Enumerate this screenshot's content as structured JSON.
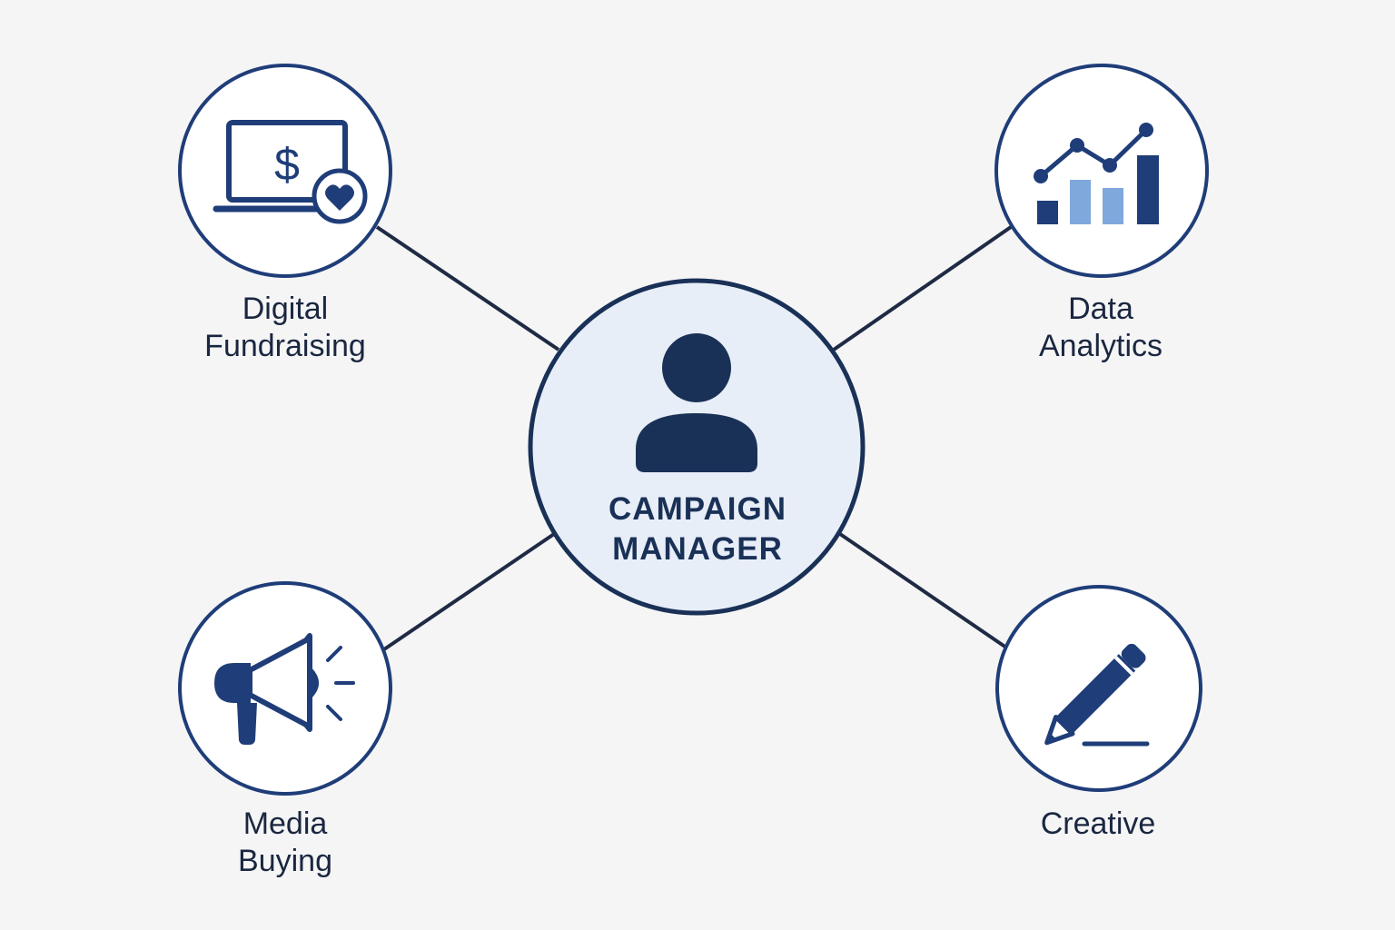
{
  "center": {
    "label_line1": "CAMPAIGN",
    "label_line2": "MANAGER",
    "icon": "person-icon"
  },
  "nodes": [
    {
      "id": "digital-fundraising",
      "line1": "Digital",
      "line2": "Fundraising",
      "icon": "laptop-dollar-heart-icon"
    },
    {
      "id": "data-analytics",
      "line1": "Data",
      "line2": "Analytics",
      "icon": "bar-line-chart-icon"
    },
    {
      "id": "media-buying",
      "line1": "Media",
      "line2": "Buying",
      "icon": "megaphone-icon"
    },
    {
      "id": "creative",
      "line1": "Creative",
      "line2": "",
      "icon": "pencil-icon"
    }
  ],
  "colors": {
    "background": "#f5f5f6",
    "navy": "#1f3d78",
    "dark_navy": "#1a3157",
    "center_fill": "#e8eef8",
    "light_blue": "#7fa8dc",
    "connector": "#1f2a44"
  }
}
